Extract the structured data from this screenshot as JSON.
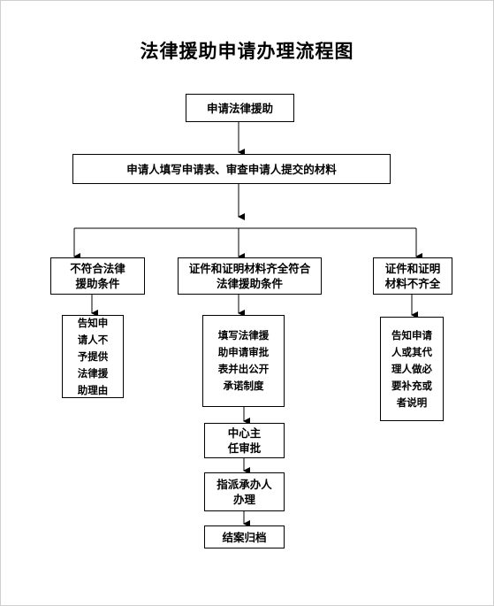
{
  "title": "法律援助申请办理流程图",
  "nodes": {
    "apply": "申请法律援助",
    "fill_review": "申请人填写申请表、审查申请人提交的材料",
    "not_eligible": "不符合法律援助条件",
    "eligible": "证件和证明材料齐全符合法律援助条件",
    "incomplete": "证件和证明材料不齐全",
    "notify_refuse": "告知申请人不予提供法律援助理由",
    "fill_form": "填写法律援助申请审批表并出公开承诺制度",
    "notify_supplement": "告知申请人或其代理人做必要补充或者说明",
    "director_approval": "中心主任审批",
    "assign_lawyer": "指派承办人办理",
    "close_archive": "结案归档"
  },
  "colors": {
    "line": "#000000",
    "border": "#000000",
    "background": "#ffffff"
  }
}
